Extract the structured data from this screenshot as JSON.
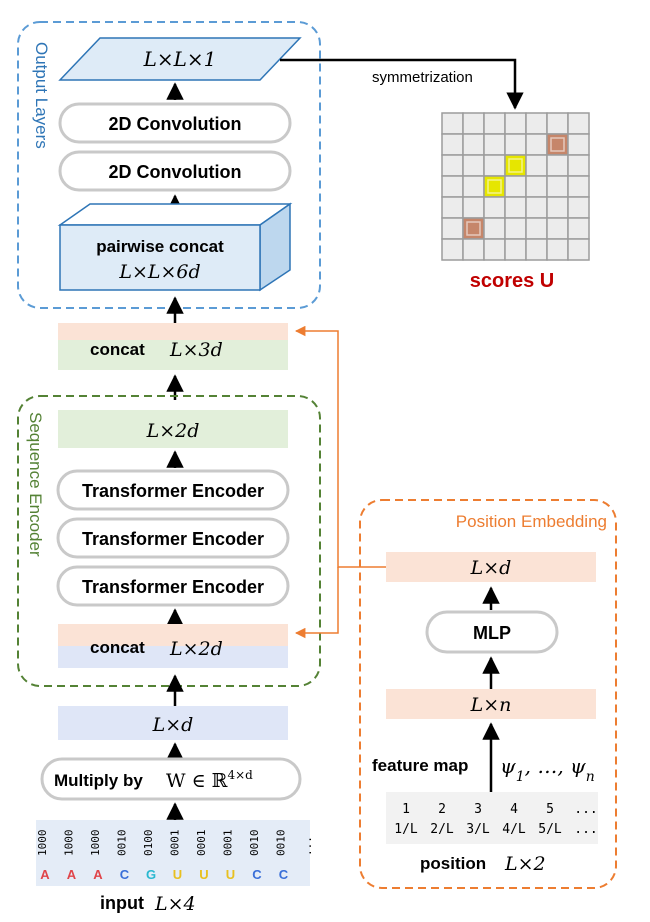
{
  "output_layers": {
    "title": "Output Layers",
    "lxlx1": "L×L×1",
    "conv_top": "2D Convolution",
    "conv_bottom": "2D Convolution",
    "pairwise_line1": "pairwise concat",
    "pairwise_line2": "L×L×6d"
  },
  "symmetrization_label": "symmetrization",
  "scores_label": "scores U",
  "concat_3d": {
    "word": "concat",
    "shape": "L×3d"
  },
  "sequence_encoder": {
    "title": "Sequence Encoder",
    "lx2d": "L×2d",
    "transformer_1": "Transformer Encoder",
    "transformer_2": "Transformer Encoder",
    "transformer_3": "Transformer Encoder",
    "concat_word": "concat",
    "concat_shape": "L×2d"
  },
  "lxd_input": "L×d",
  "multiply": {
    "text": "Multiply by",
    "formula": "W ∈ ℝ4×d"
  },
  "input": {
    "one_hot": [
      "1000",
      "1000",
      "1000",
      "0010",
      "0100",
      "0001",
      "0001",
      "0001",
      "0010",
      "0010",
      "..."
    ],
    "bases": [
      "A",
      "A",
      "A",
      "C",
      "G",
      "U",
      "U",
      "U",
      "C",
      "C"
    ],
    "base_colors": {
      "A": "#e0454a",
      "C": "#3a6fd8",
      "G": "#2ab8d0",
      "U": "#e8c020"
    },
    "caption_word": "input",
    "caption_shape": "L×4"
  },
  "position_embedding": {
    "title": "Position Embedding",
    "lxd": "L×d",
    "mlp": "MLP",
    "lxn": "L×n",
    "feature_map_label": "feature map",
    "feature_map_psi": "ψ1, …, ψn",
    "positions": [
      "1",
      "2",
      "3",
      "4",
      "5",
      "..."
    ],
    "fractions": [
      "1/L",
      "2/L",
      "3/L",
      "4/L",
      "5/L",
      "..."
    ],
    "caption_word": "position",
    "caption_shape": "L×2"
  },
  "colors": {
    "blue_dash": "#5b9bd5",
    "green_dash": "#548235",
    "orange_dash": "#ed7d31",
    "orange_fill": "#fbe3d6",
    "green_fill": "#e2efda",
    "blue_fill": "#dfe6f7",
    "scores_red": "#c00000"
  }
}
